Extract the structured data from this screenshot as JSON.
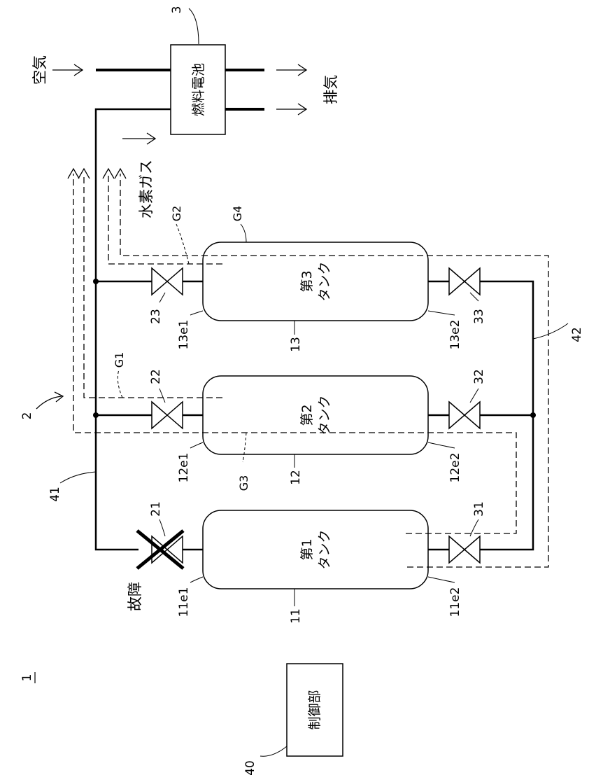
{
  "labels": {
    "system": "1",
    "tank_system": "2",
    "fuel_cell_ref": "3",
    "fuel_cell": "燃料電池",
    "air": "空気",
    "exhaust": "排気",
    "hydrogen": "水素ガス",
    "fault": "故障",
    "tank1": [
      "第1",
      "タンク"
    ],
    "tank2": [
      "第2",
      "タンク"
    ],
    "tank3": [
      "第3",
      "タンク"
    ],
    "tank1_ref": "11",
    "tank2_ref": "12",
    "tank3_ref": "13",
    "e11e1": "11e1",
    "e11e2": "11e2",
    "e12e1": "12e1",
    "e12e2": "12e2",
    "e13e1": "13e1",
    "e13e2": "13e2",
    "v21": "21",
    "v22": "22",
    "v23": "23",
    "v31": "31",
    "v32": "32",
    "v33": "33",
    "pipe41": "41",
    "pipe42": "42",
    "g1": "G1",
    "g2": "G2",
    "g3": "G3",
    "g4": "G4",
    "controller": "制御部",
    "controller_ref": "40"
  }
}
